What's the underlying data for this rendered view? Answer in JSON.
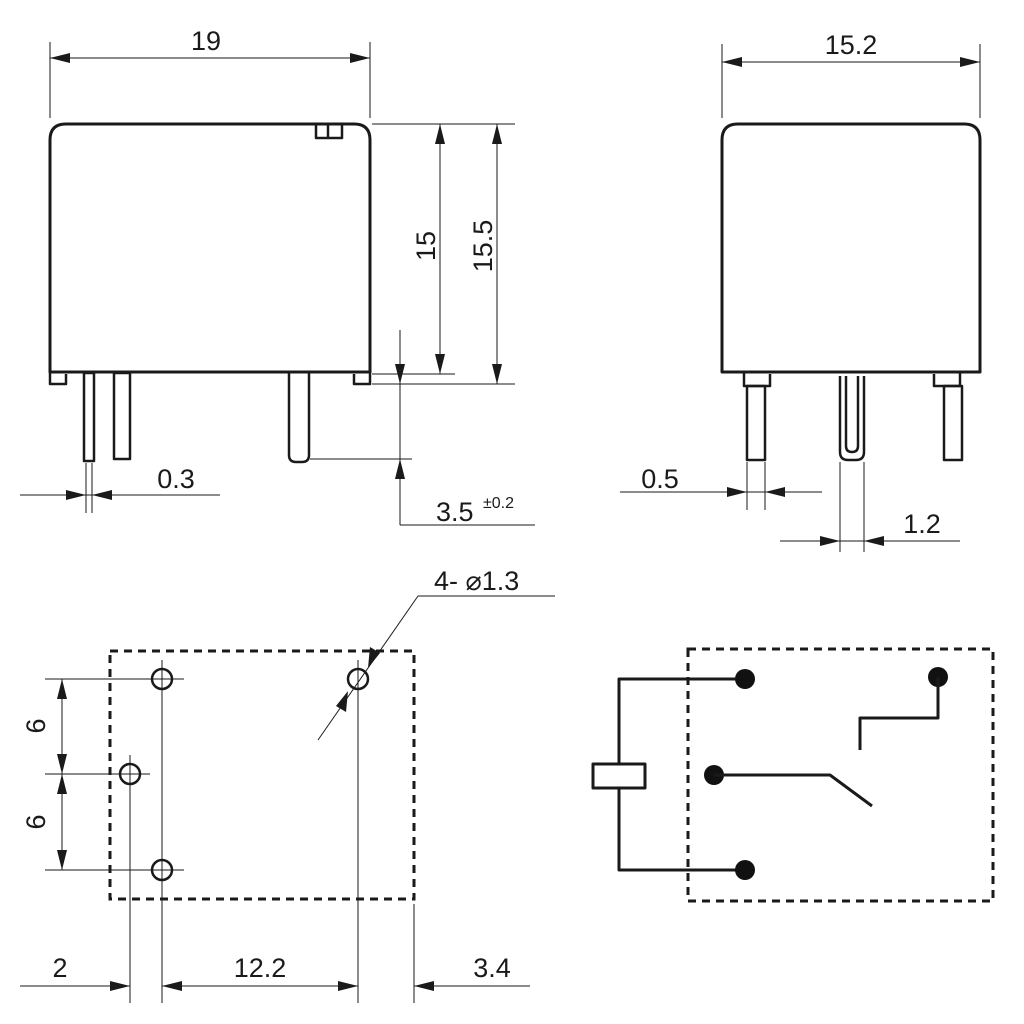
{
  "side_view": {
    "width": "19",
    "height_body": "15",
    "height_total": "15.5",
    "pin_thickness": "0.3",
    "pin_length": "3.5",
    "pin_length_tolerance": "±0.2"
  },
  "front_view": {
    "width": "15.2",
    "pin_width": "0.5",
    "slot_width": "1.2"
  },
  "footprint": {
    "hole_callout": "4- ⌀1.3",
    "pitch_upper": "6",
    "pitch_lower": "6",
    "offset_left": "2",
    "pitch_horizontal": "12.2",
    "offset_right": "3.4"
  }
}
